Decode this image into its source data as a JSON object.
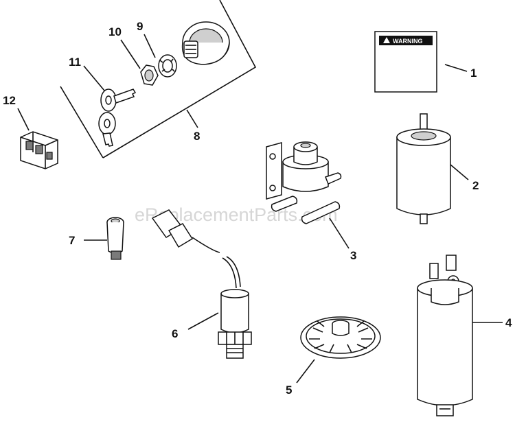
{
  "watermark": "eReplacementParts.com",
  "warning_label_text": "WARNING",
  "callouts": [
    {
      "id": "1",
      "label": "1",
      "part": "warning label"
    },
    {
      "id": "2",
      "label": "2",
      "part": "fuel filter"
    },
    {
      "id": "3",
      "label": "3",
      "part": "fuel pressure regulator"
    },
    {
      "id": "4",
      "label": "4",
      "part": "fuel pump"
    },
    {
      "id": "5",
      "label": "5",
      "part": "pump screen"
    },
    {
      "id": "6",
      "label": "6",
      "part": "oxygen sensor"
    },
    {
      "id": "7",
      "label": "7",
      "part": "indicator lamp"
    },
    {
      "id": "8",
      "label": "8",
      "part": "ignition switch kit"
    },
    {
      "id": "9",
      "label": "9",
      "part": "lock washer"
    },
    {
      "id": "10",
      "label": "10",
      "part": "hex nut"
    },
    {
      "id": "11",
      "label": "11",
      "part": "keys"
    },
    {
      "id": "12",
      "label": "12",
      "part": "connector"
    }
  ]
}
